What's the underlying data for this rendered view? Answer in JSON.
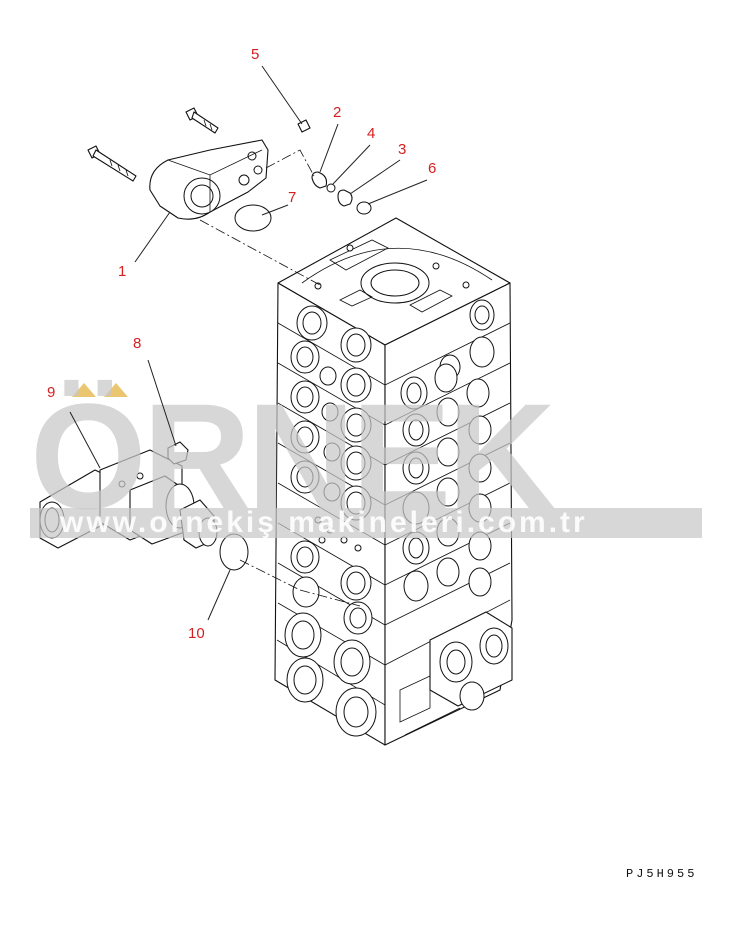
{
  "callouts": [
    {
      "id": "1",
      "label": "1"
    },
    {
      "id": "2",
      "label": "2"
    },
    {
      "id": "3",
      "label": "3"
    },
    {
      "id": "4",
      "label": "4"
    },
    {
      "id": "5",
      "label": "5"
    },
    {
      "id": "6",
      "label": "6"
    },
    {
      "id": "7",
      "label": "7"
    },
    {
      "id": "8",
      "label": "8"
    },
    {
      "id": "9",
      "label": "9"
    },
    {
      "id": "10",
      "label": "10"
    }
  ],
  "watermark": {
    "word": "ÖRNEK",
    "url": "www.ornekiş makineleri.com.tr"
  },
  "drawing_code": "PJ5H955",
  "colors": {
    "callout": "#d42020",
    "line": "#111111",
    "watermark": "#c8c8c8",
    "watermark_accent": "#e8c060"
  }
}
